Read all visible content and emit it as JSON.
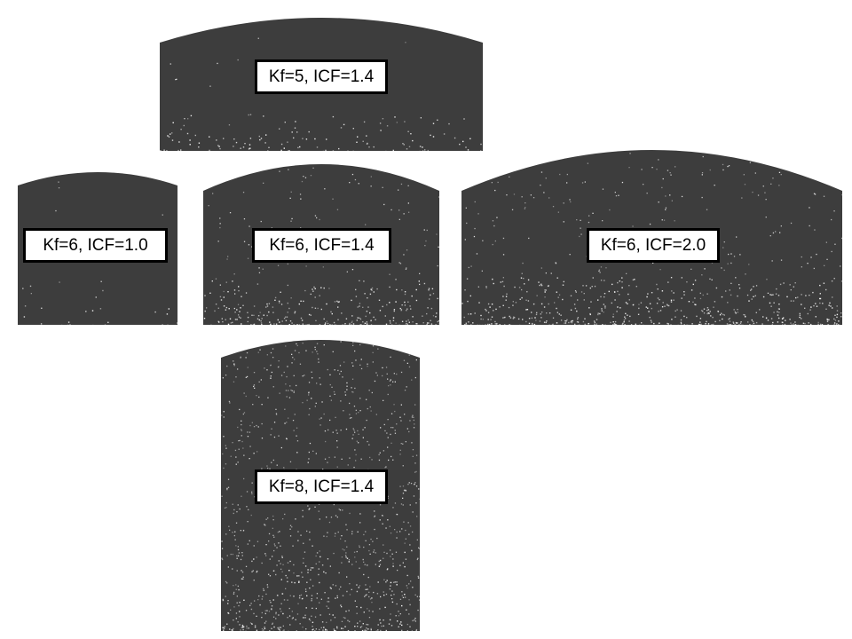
{
  "colors": {
    "shape_fill": "#3d3d3d",
    "speckle": "#ffffff",
    "label_border": "#000000",
    "label_background": "#ffffff"
  },
  "panels": [
    {
      "kf": 5,
      "icf": 1.4,
      "label": "Kf=5, ICF=1.4"
    },
    {
      "kf": 6,
      "icf": 1.0,
      "label": "Kf=6, ICF=1.0"
    },
    {
      "kf": 6,
      "icf": 1.4,
      "label": "Kf=6, ICF=1.4"
    },
    {
      "kf": 6,
      "icf": 2.0,
      "label": "Kf=6, ICF=2.0"
    },
    {
      "kf": 8,
      "icf": 1.4,
      "label": "Kf=8, ICF=1.4"
    }
  ]
}
